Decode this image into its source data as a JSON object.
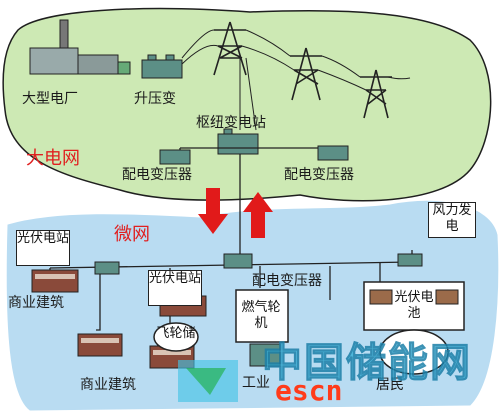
{
  "labels": {
    "big_plant": "大型电厂",
    "step_up": "升压变",
    "hub": "枢纽变电站",
    "dist_left": "配电变压器",
    "dist_right": "配电变压器",
    "grid": "大电网",
    "micro": "微网",
    "pv_station_left": "光伏电站",
    "commercial_1": "商业建筑",
    "pv_station_mid": "光伏电站",
    "dist_micro": "配电变压器",
    "wind": "风力发电",
    "pv_battery": "光伏电池",
    "flywheel": "飞轮储",
    "gas_turbine": "燃气轮机",
    "commercial_2": "商业建筑",
    "industrial": "工业",
    "residential": "居民"
  },
  "watermark": {
    "cn": "中国储能网",
    "url": "escn"
  },
  "colors": {
    "grid_land": "#cde9b4",
    "micro_sea": "#b9dcf2",
    "outline": "#1f1f1f",
    "arrow_red": "#e11a1a",
    "label_red": "#e02020"
  },
  "icons": [
    "pylon-icon",
    "power-plant-icon",
    "transformer-icon",
    "factory-icon",
    "house-icon",
    "battery-icon",
    "turbine-icon",
    "flywheel-icon"
  ]
}
